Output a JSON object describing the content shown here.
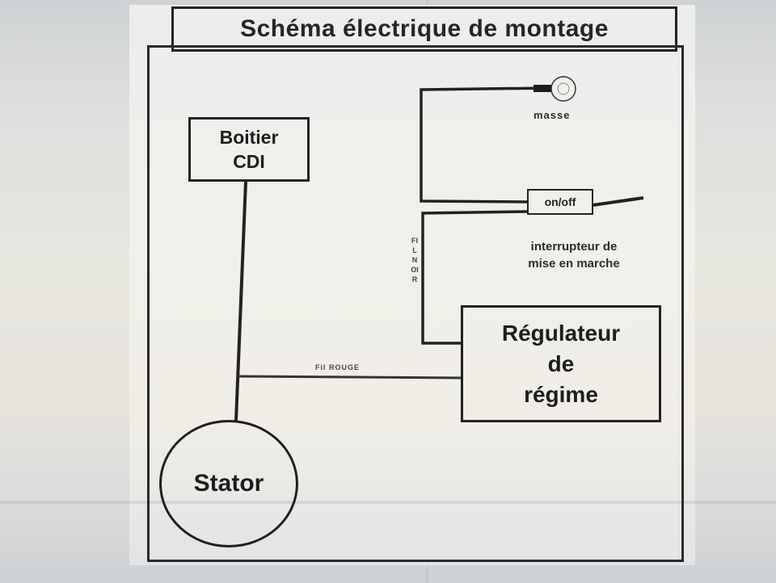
{
  "title": "Schéma électrique de montage",
  "components": {
    "cdi": [
      "Boitier",
      "CDI"
    ],
    "regulator": [
      "Régulateur",
      "de",
      "régime"
    ],
    "stator": "Stator",
    "switch": "on/off",
    "ground": "masse",
    "switch_caption": [
      "interrupteur de",
      "mise en marche"
    ]
  },
  "wires": {
    "red": "Fil ROUGE",
    "black": "FIL NOIR"
  }
}
